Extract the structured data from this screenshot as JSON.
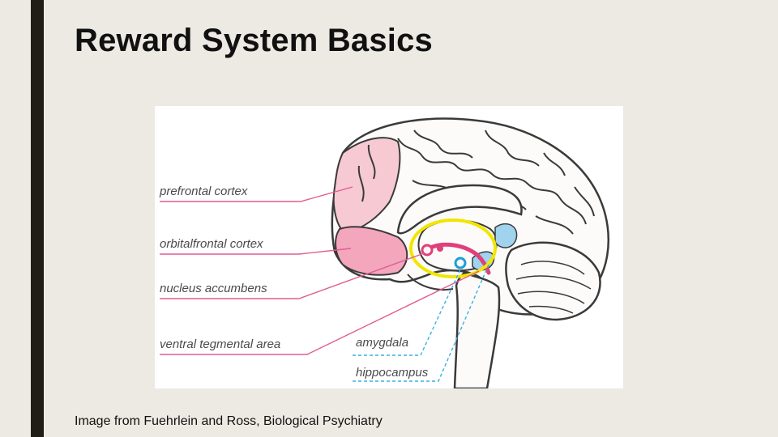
{
  "slide": {
    "title": "Reward System Basics",
    "caption": "Image from Fuehrlein and Ross, Biological Psychiatry"
  },
  "diagram": {
    "labels": {
      "prefrontal": "prefrontal cortex",
      "orbitalfrontal": "orbitalfrontal cortex",
      "accumbens": "nucleus accumbens",
      "vta": "ventral tegmental area",
      "amygdala": "amygdala",
      "hippocampus": "hippocampus"
    }
  },
  "colors": {
    "pathway_pink": "#e0407a",
    "highlight_yellow": "#f2e600",
    "region_blue": "#9fd3ee",
    "region_pink": "#f7c9d3"
  }
}
